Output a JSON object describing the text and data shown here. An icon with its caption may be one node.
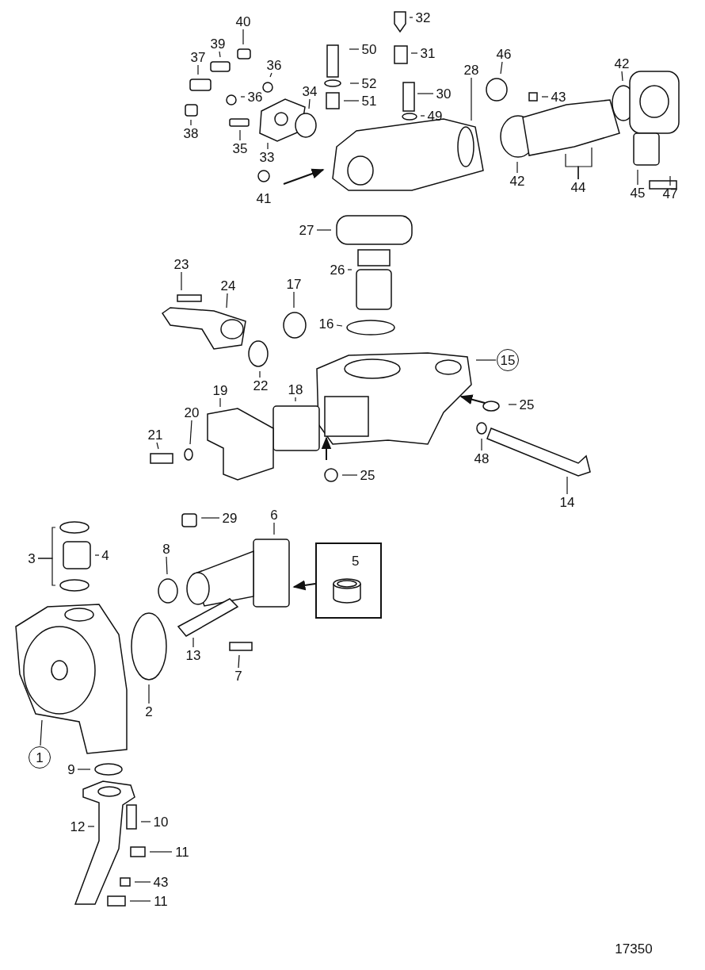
{
  "diagram": {
    "nodes": [
      {
        "text": [
          "40"
        ]
      },
      {
        "text": [
          "32"
        ]
      },
      {
        "text": [
          "39"
        ]
      },
      {
        "text": [
          "50"
        ]
      },
      {
        "text": [
          "36"
        ]
      },
      {
        "text": [
          "37"
        ]
      },
      {
        "text": [
          "31"
        ]
      },
      {
        "text": [
          "52"
        ]
      },
      {
        "text": [
          "36"
        ]
      },
      {
        "text": [
          "34"
        ]
      },
      {
        "text": [
          "30"
        ]
      },
      {
        "text": [
          "46"
        ]
      },
      {
        "text": [
          "43"
        ]
      },
      {
        "text": [
          "42"
        ]
      },
      {
        "text": [
          "51"
        ]
      },
      {
        "text": [
          "28"
        ]
      },
      {
        "text": [
          "49"
        ]
      },
      {
        "text": [
          "38"
        ]
      },
      {
        "text": [
          "35"
        ]
      },
      {
        "text": [
          "33"
        ]
      },
      {
        "text": [
          "42"
        ]
      },
      {
        "text": [
          "44"
        ]
      },
      {
        "text": [
          "45"
        ]
      },
      {
        "text": [
          "47"
        ]
      },
      {
        "text": [
          "27"
        ]
      },
      {
        "text": [
          "26"
        ]
      },
      {
        "text": [
          "23"
        ]
      },
      {
        "text": [
          "24"
        ]
      },
      {
        "text": [
          "17"
        ]
      },
      {
        "text": [
          "16"
        ]
      },
      {
        "text": [
          "15"
        ]
      },
      {
        "text": [
          "22"
        ]
      },
      {
        "text": [
          "18"
        ]
      },
      {
        "text": [
          "19"
        ]
      },
      {
        "text": [
          "25"
        ]
      },
      {
        "text": [
          "20"
        ]
      },
      {
        "text": [
          "21"
        ]
      },
      {
        "text": [
          "48"
        ]
      },
      {
        "text": [
          "25"
        ]
      },
      {
        "text": [
          "14"
        ]
      },
      {
        "text": [
          "29"
        ]
      },
      {
        "text": [
          "6"
        ]
      },
      {
        "text": [
          "3"
        ]
      },
      {
        "text": [
          "4"
        ]
      },
      {
        "text": [
          "8"
        ]
      },
      {
        "text": [
          "5"
        ]
      },
      {
        "text": [
          "13"
        ]
      },
      {
        "text": [
          "7"
        ]
      },
      {
        "text": [
          "2"
        ]
      },
      {
        "text": [
          "1"
        ]
      },
      {
        "text": [
          "9"
        ]
      },
      {
        "text": [
          "10"
        ]
      },
      {
        "text": [
          "12"
        ]
      },
      {
        "text": [
          "11"
        ]
      },
      {
        "text": [
          "43"
        ]
      },
      {
        "text": [
          "11"
        ]
      }
    ],
    "edges": [
      {
        "from": 0,
        "to": null,
        "arrow": "none"
      },
      {
        "from": 1,
        "to": null,
        "arrow": "none"
      },
      {
        "from": 2,
        "to": null,
        "arrow": "none"
      },
      {
        "from": 3,
        "to": null,
        "arrow": "none"
      },
      {
        "from": 4,
        "to": null,
        "arrow": "none"
      },
      {
        "from": 5,
        "to": null,
        "arrow": "none"
      },
      {
        "from": 6,
        "to": null,
        "arrow": "none"
      },
      {
        "from": 7,
        "to": null,
        "arrow": "none"
      },
      {
        "from": 8,
        "to": null,
        "arrow": "none"
      },
      {
        "from": 9,
        "to": null,
        "arrow": "none"
      },
      {
        "from": 10,
        "to": null,
        "arrow": "none"
      },
      {
        "from": 11,
        "to": null,
        "arrow": "none"
      },
      {
        "from": 12,
        "to": null,
        "arrow": "none"
      },
      {
        "from": 13,
        "to": null,
        "arrow": "none"
      },
      {
        "from": 14,
        "to": null,
        "arrow": "none"
      },
      {
        "from": 15,
        "to": null,
        "arrow": "none"
      },
      {
        "from": 16,
        "to": null,
        "arrow": "none"
      },
      {
        "from": 17,
        "to": null,
        "arrow": "none"
      },
      {
        "from": 18,
        "to": null,
        "arrow": "none"
      },
      {
        "from": 19,
        "to": null,
        "arrow": "none"
      },
      {
        "from": 20,
        "to": null,
        "arrow": "none"
      },
      {
        "from": 21,
        "to": null,
        "arrow": "none"
      },
      {
        "from": 21,
        "to": null,
        "arrow": "none"
      },
      {
        "from": 22,
        "to": null,
        "arrow": "none"
      },
      {
        "from": 23,
        "to": null,
        "arrow": "none"
      },
      {
        "from": 24,
        "to": null,
        "arrow": "none"
      },
      {
        "from": 25,
        "to": null,
        "arrow": "none"
      },
      {
        "from": 26,
        "to": null,
        "arrow": "none"
      },
      {
        "from": 27,
        "to": null,
        "arrow": "none"
      },
      {
        "from": 28,
        "to": null,
        "arrow": "none"
      },
      {
        "from": 29,
        "to": null,
        "arrow": "none"
      },
      {
        "from": 30,
        "to": null,
        "arrow": "none"
      },
      {
        "from": 31,
        "to": null,
        "arrow": "none"
      },
      {
        "from": 32,
        "to": null,
        "arrow": "none"
      },
      {
        "from": 33,
        "to": null,
        "arrow": "none"
      },
      {
        "from": 34,
        "to": null,
        "arrow": "none"
      },
      {
        "from": 35,
        "to": null,
        "arrow": "none"
      },
      {
        "from": 36,
        "to": null,
        "arrow": "none"
      },
      {
        "from": 37,
        "to": null,
        "arrow": "none"
      },
      {
        "from": 38,
        "to": null,
        "arrow": "none"
      },
      {
        "from": 39,
        "to": null,
        "arrow": "none"
      },
      {
        "from": 40,
        "to": null,
        "arrow": "none"
      },
      {
        "from": 41,
        "to": null,
        "arrow": "none"
      },
      {
        "from": 42,
        "to": null,
        "arrow": "none"
      },
      {
        "from": 42,
        "to": null,
        "arrow": "none"
      },
      {
        "from": 43,
        "to": null,
        "arrow": "none"
      },
      {
        "from": 44,
        "to": null,
        "arrow": "none"
      },
      {
        "from": 45,
        "to": null,
        "arrow": "to"
      },
      {
        "from": 46,
        "to": null,
        "arrow": "none"
      },
      {
        "from": 47,
        "to": null,
        "arrow": "none"
      },
      {
        "from": 48,
        "to": null,
        "arrow": "none"
      },
      {
        "from": 49,
        "to": null,
        "arrow": "none"
      },
      {
        "from": 50,
        "to": null,
        "arrow": "none"
      },
      {
        "from": 51,
        "to": null,
        "arrow": "none"
      },
      {
        "from": 52,
        "to": null,
        "arrow": "none"
      },
      {
        "from": 53,
        "to": null,
        "arrow": "none"
      },
      {
        "from": 54,
        "to": null,
        "arrow": "none"
      },
      {
        "from": 55,
        "to": null,
        "arrow": "none"
      }
    ],
    "labels": [
      "41",
      "17350"
    ]
  }
}
